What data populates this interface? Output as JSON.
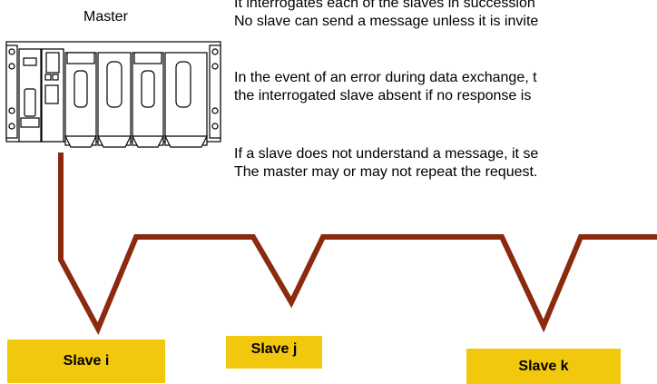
{
  "master": {
    "label": "Master"
  },
  "paragraphs": [
    [
      "It interrogates each of the slaves in succession",
      "No slave can send a message unless it is invite"
    ],
    [
      "In the event of an error during data exchange, t",
      "the interrogated slave absent if no response is"
    ],
    [
      "If a slave does not understand a message, it se",
      "The master may or may not repeat the request."
    ]
  ],
  "slaves": [
    {
      "label": "Slave i"
    },
    {
      "label": "Slave j"
    },
    {
      "label": "Slave k"
    }
  ],
  "colors": {
    "bus_line": "#8b2a0e",
    "slave_box": "#f2c80f",
    "rack_stroke": "#000000"
  }
}
